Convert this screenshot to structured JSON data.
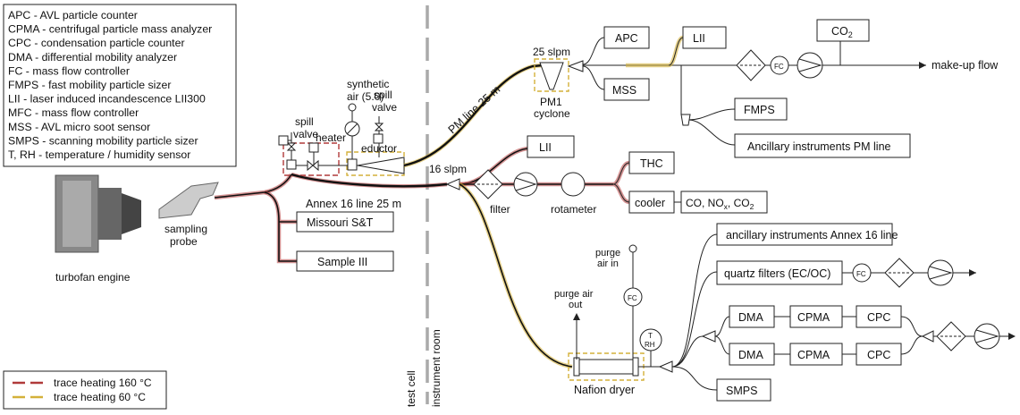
{
  "legend_abbrev": [
    "APC - AVL particle counter",
    "CPMA - centrifugal particle mass analyzer",
    "CPC - condensation particle counter",
    "DMA -  differential mobility analyzer",
    "FC - mass flow controller",
    "FMPS - fast mobility particle sizer",
    "LII - laser induced incandescence LII300",
    "MFC - mass flow controller",
    "MSS - AVL micro soot sensor",
    "SMPS - scanning mobility particle sizer",
    "T, RH - temperature / humidity sensor"
  ],
  "legend_trace": [
    {
      "label": "trace heating 160 °C",
      "color": "#b03a3a"
    },
    {
      "label": "trace heating 60 °C",
      "color": "#d4b13a"
    }
  ],
  "labels": {
    "turbofan": "turbofan engine",
    "probe": "sampling probe",
    "spill1": "spill\nvalve",
    "spill2": "spill\nvalve",
    "synthetic": "synthetic\nair (5.0)",
    "heater": "heater",
    "eductor": "eductor",
    "pmline": "PM line 25 m",
    "annexline": "Annex 16 line 25 m",
    "slpm25": "25 slpm",
    "slpm16": "16 slpm",
    "cyclone": "PM1\ncyclone",
    "makeup": "make-up flow",
    "filter": "filter",
    "rotameter": "rotameter",
    "purge_in": "purge\nair in",
    "purge_out": "purge air\nout",
    "nafion": "Nafion dryer",
    "testcell": "test cell",
    "instroom": "instrument room",
    "fc": "FC",
    "trh": "T\nRH"
  },
  "boxes": {
    "missouri": "Missouri S&T",
    "sample3": "Sample III",
    "apc": "APC",
    "mss": "MSS",
    "lii_top": "LII",
    "co2": "CO2",
    "fmps": "FMPS",
    "ancillary_pm": "Ancillary instruments PM line",
    "lii_mid": "LII",
    "thc": "THC",
    "cooler": "cooler",
    "gases": "CO, NOx, CO2",
    "ancillary_annex": "ancillary instruments Annex 16 line",
    "quartz": "quartz filters (EC/OC)",
    "dma1": "DMA",
    "cpma1": "CPMA",
    "cpc1": "CPC",
    "dma2": "DMA",
    "cpma2": "CPMA",
    "cpc2": "CPC",
    "smps": "SMPS"
  },
  "colors": {
    "heat160": "#b03a3a",
    "heat60": "#d4b13a",
    "separator": "#aaaaaa"
  }
}
